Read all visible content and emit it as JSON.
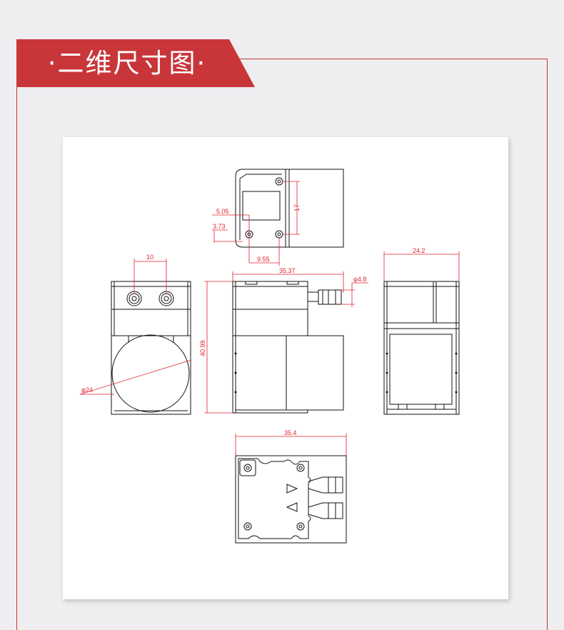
{
  "header": {
    "title": "·二维尺寸图·",
    "accent_color": "#c8363a"
  },
  "drawing": {
    "line_color": "#111111",
    "dimension_color": "#e0222b",
    "dimensions": {
      "top_view_5_05": "5.05",
      "top_view_3_73": "3.73",
      "top_view_9_55": "9.55",
      "top_view_17": "17",
      "front_10": "10",
      "front_d24": "φ24",
      "side_35_37": "35.37",
      "side_40_99": "40.99",
      "side_d4_8": "φ4.8",
      "right_24_2": "24.2",
      "bottom_35_4": "35.4"
    }
  }
}
